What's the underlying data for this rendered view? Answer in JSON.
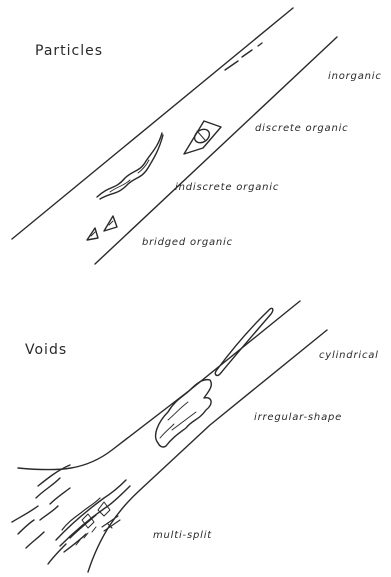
{
  "sections": {
    "particles": {
      "title": "Particles",
      "labels": {
        "inorganic": "inorganic",
        "discrete": "discrete organic",
        "indiscrete": "indiscrete organic",
        "bridged": "bridged organic"
      }
    },
    "voids": {
      "title": "Voids",
      "labels": {
        "cylindrical": "cylindrical",
        "irregular": "irregular-shape",
        "multisplit": "multi-split"
      }
    }
  },
  "colors": {
    "ink": "#2a2a2a",
    "background": "#ffffff"
  }
}
